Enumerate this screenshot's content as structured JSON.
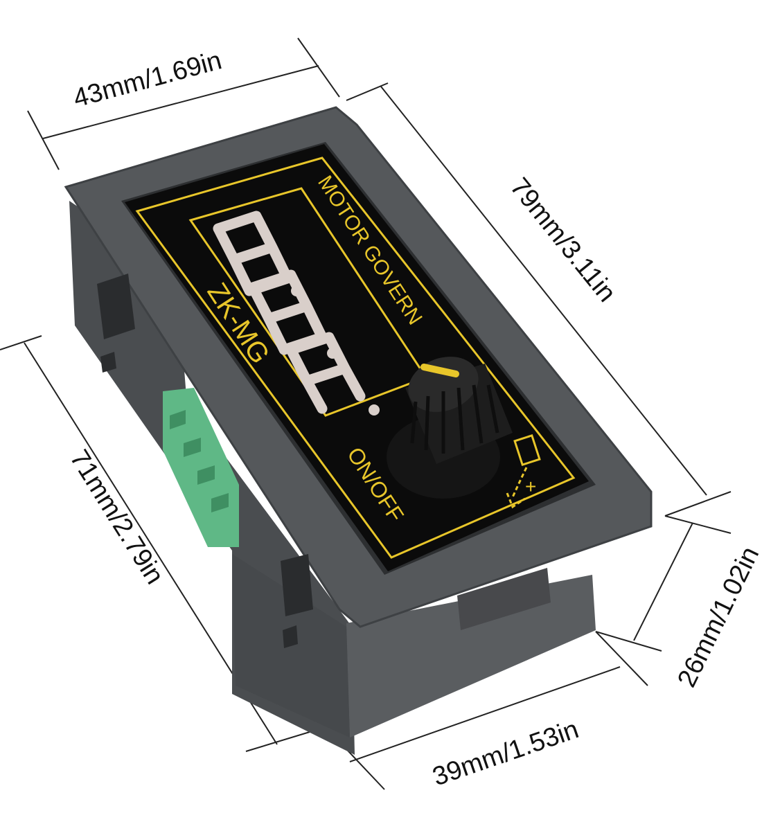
{
  "dimensions": {
    "top_width": "43mm/1.69in",
    "right_length": "79mm/3.11in",
    "left_length": "71mm/2.79in",
    "bottom_width": "39mm/1.53in",
    "depth": "26mm/1.02in"
  },
  "panel": {
    "model": "ZK-MG",
    "title": "MOTOR GOVERN",
    "switch_label": "ON/OFF",
    "display_digits": "8.8.8.",
    "plus_sign": "+"
  },
  "colors": {
    "housing": "#55585b",
    "housing_dark": "#3e4144",
    "panel": "#0b0b0b",
    "accent_yellow": "#e8c62a",
    "segment_off": "#d9cfca",
    "terminal_green": "#5fb886",
    "dimension_line": "#222222"
  }
}
